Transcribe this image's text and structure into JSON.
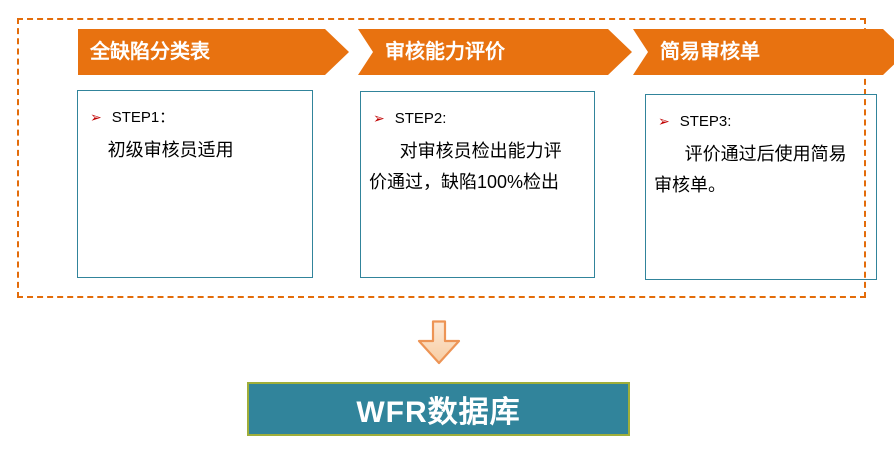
{
  "diagram": {
    "banners": [
      {
        "label": "全缺陷分类表"
      },
      {
        "label": "审核能力评价"
      },
      {
        "label": "简易审核单"
      }
    ],
    "steps": [
      {
        "bullet": "➢",
        "title": "STEP1：",
        "body": "初级审核员适用"
      },
      {
        "bullet": "➢",
        "title": "STEP2:",
        "body": "对审核员检出能力评\n价通过，缺陷100%检出"
      },
      {
        "bullet": "➢",
        "title": "STEP3:",
        "body": "评价通过后使用简易\n审核单。"
      }
    ],
    "database": {
      "label": "WFR数据库"
    },
    "icons": {
      "flow_arrow": "down-arrow-icon",
      "step_bullet": "red-arrowhead-bullet-icon"
    },
    "colors": {
      "banner_orange": "#E87210",
      "frame_dash_orange": "#E36C0A",
      "step_box_border_teal": "#31849B",
      "database_fill_teal": "#31849B",
      "database_border_olive": "#9FAE3A",
      "bullet_red": "#C00000",
      "arrow_fill_peach": "#FBDDBE",
      "arrow_border_orange": "#ED9455"
    }
  }
}
